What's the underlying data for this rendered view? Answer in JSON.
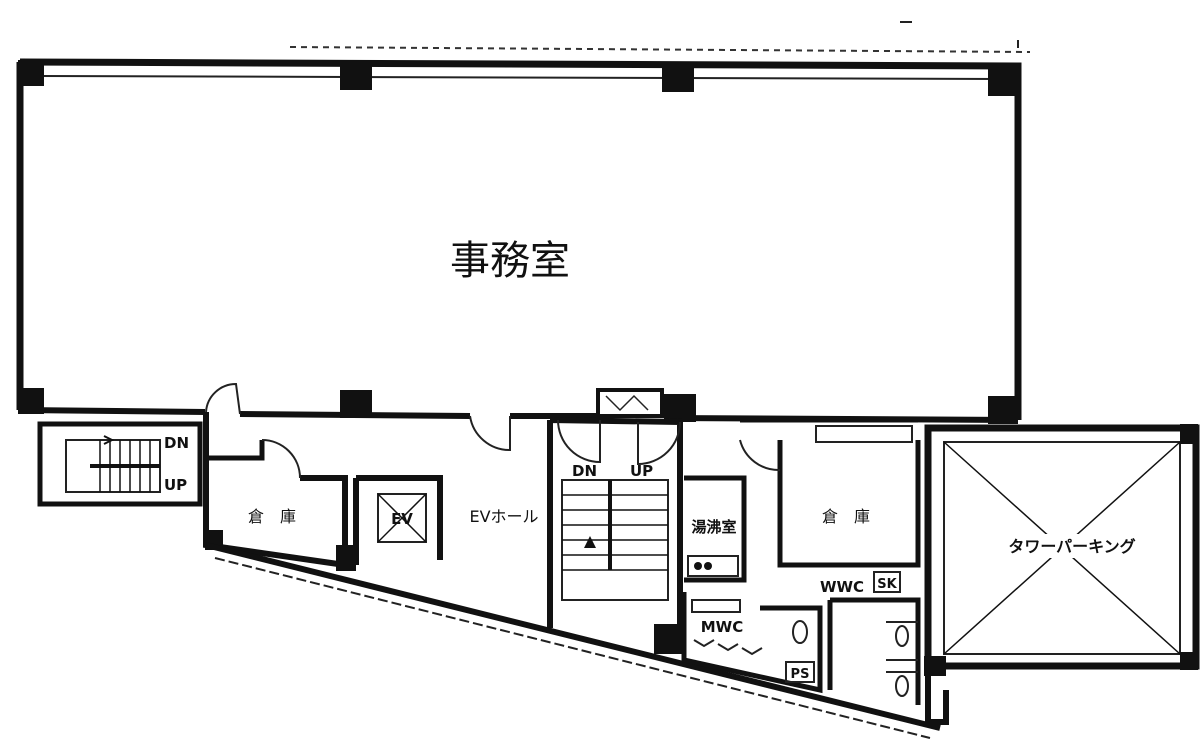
{
  "labels": {
    "office": "事務室",
    "storage_left": "倉　庫",
    "storage_right": "倉　庫",
    "ev": "EV",
    "ev_hall": "EVホール",
    "kitchen": "湯沸室",
    "mwc": "MWC",
    "wwc": "WWC",
    "sk": "SK",
    "ps": "PS",
    "tower_parking": "タワーパーキング",
    "stair_left_dn": "DN",
    "stair_left_up": "UP",
    "stair_center_dn": "DN",
    "stair_center_up": "UP"
  },
  "colors": {
    "ink": "#111111",
    "paper": "#ffffff"
  }
}
